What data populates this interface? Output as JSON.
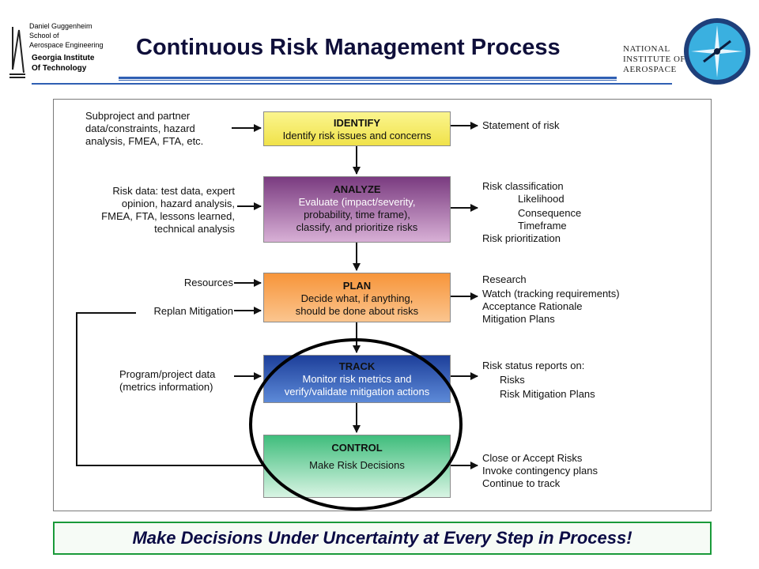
{
  "header": {
    "school_lines": [
      "Daniel Guggenheim",
      "School of",
      "Aerospace Engineering"
    ],
    "institute_lines": [
      "Georgia Institute",
      "Of Technology"
    ],
    "title": "Continuous Risk Management Process",
    "partner_lines": [
      "NATIONAL",
      "INSTITUTE OF",
      "AEROSPACE"
    ]
  },
  "stages": [
    {
      "title": "IDENTIFY",
      "lines": [
        "Identify risk issues and concerns"
      ]
    },
    {
      "title": "ANALYZE",
      "lines": [
        "Evaluate (impact/severity,",
        "probability, time frame),",
        "classify, and prioritize risks"
      ]
    },
    {
      "title": "PLAN",
      "lines": [
        "Decide what, if anything,",
        "should be done about risks"
      ]
    },
    {
      "title": "TRACK",
      "lines": [
        "Monitor risk metrics and",
        "verify/validate mitigation actions"
      ]
    },
    {
      "title": "CONTROL",
      "lines": [
        "Make Risk Decisions"
      ]
    }
  ],
  "inputs": [
    {
      "lines": [
        "Subproject and partner",
        "data/constraints, hazard",
        "analysis, FMEA, FTA, etc."
      ]
    },
    {
      "lines": [
        "Risk data: test data, expert",
        "opinion, hazard analysis,",
        "FMEA, FTA, lessons learned,",
        "technical analysis"
      ]
    },
    {
      "lines": [
        "Resources"
      ]
    },
    {
      "lines": [
        "Replan Mitigation"
      ]
    },
    {
      "lines": [
        "Program/project data",
        "(metrics information)"
      ]
    }
  ],
  "outputs": [
    {
      "lines": [
        "Statement of risk"
      ]
    },
    {
      "lines": [
        "Risk classification",
        "Likelihood",
        "Consequence",
        "Timeframe",
        "Risk prioritization"
      ]
    },
    {
      "lines": [
        "Research",
        "Watch (tracking requirements)",
        "Acceptance Rationale",
        "Mitigation Plans"
      ]
    },
    {
      "lines": [
        "Risk status reports on:",
        "Risks",
        "Risk Mitigation Plans"
      ]
    },
    {
      "lines": [
        "Close or Accept Risks",
        "Invoke contingency plans",
        "Continue to track"
      ]
    }
  ],
  "footer": {
    "text": "Make Decisions Under Uncertainty at Every Step in Process!"
  },
  "colors": {
    "header_rule_blue": "#2f5fb3",
    "identify": "#f7ee6a",
    "analyze": "#8a4d8f",
    "plan": "#f7953a",
    "track": "#214fa8",
    "control": "#4fc58a",
    "footer_border": "#1a9a3a"
  }
}
